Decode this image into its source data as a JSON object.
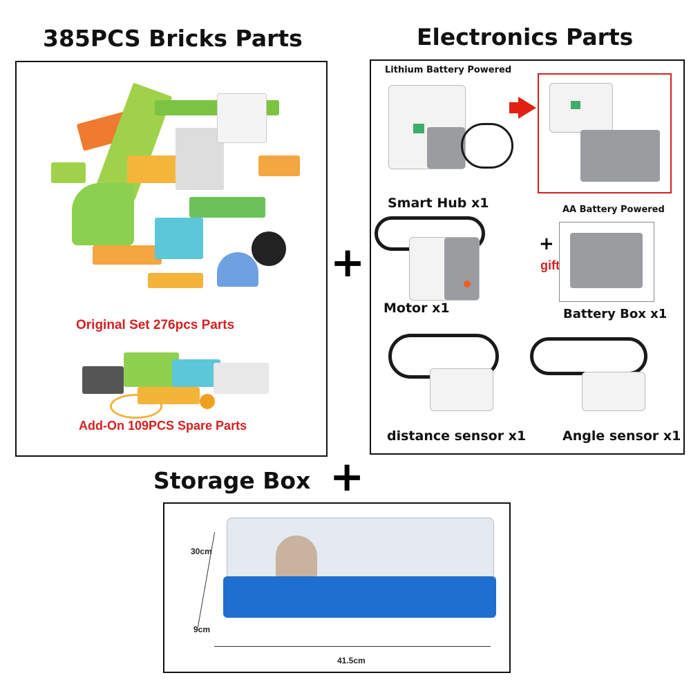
{
  "titles": {
    "bricks": "385PCS Bricks Parts",
    "electronics": "Electronics Parts",
    "storage": "Storage Box"
  },
  "bricks_panel": {
    "original_label": "Original Set 276pcs Parts",
    "addon_label": "Add-On 109PCS Spare Parts"
  },
  "electronics_panel": {
    "lithium_label": "Lithium Battery Powered",
    "smart_hub": "Smart Hub x1",
    "aa_label": "AA Battery Powered",
    "gift_plus": "+",
    "gift": "gift",
    "motor": "Motor x1",
    "battery_box": "Battery Box x1",
    "distance_sensor": "distance sensor x1",
    "angle_sensor": "Angle sensor x1"
  },
  "storage_panel": {
    "height_top": "30cm",
    "height_bottom": "9cm",
    "width": "41.5cm"
  },
  "plus_symbol": "+",
  "colors": {
    "accent_red": "#d42020",
    "tray_blue": "#1f6fd1"
  }
}
